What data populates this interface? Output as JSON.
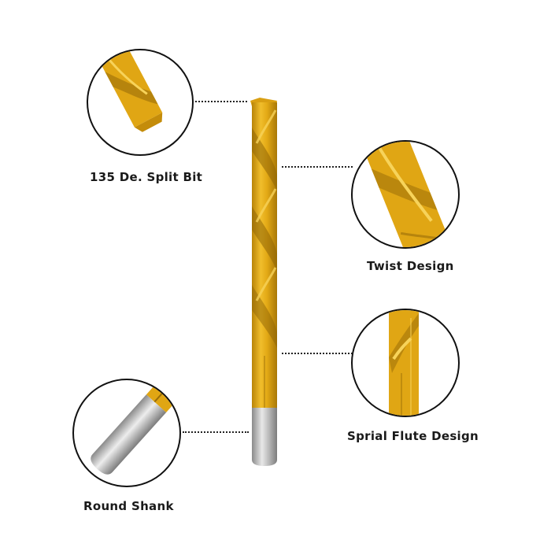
{
  "diagram": {
    "subject": "Twist drill bit",
    "colors": {
      "gold": "#E0A614",
      "gold_dark": "#9A6E08",
      "gold_light": "#F3C640",
      "steel": "#B8B8B8",
      "steel_dark": "#7A7A7A",
      "steel_light": "#E6E6E6",
      "outline": "#111111"
    },
    "callouts": [
      {
        "id": "tip",
        "label": "135 De. Split Bit",
        "side": "left"
      },
      {
        "id": "twist",
        "label": "Twist Design",
        "side": "right"
      },
      {
        "id": "flute",
        "label": "Sprial Flute Design",
        "side": "right"
      },
      {
        "id": "shank",
        "label": "Round Shank",
        "side": "left"
      }
    ]
  }
}
